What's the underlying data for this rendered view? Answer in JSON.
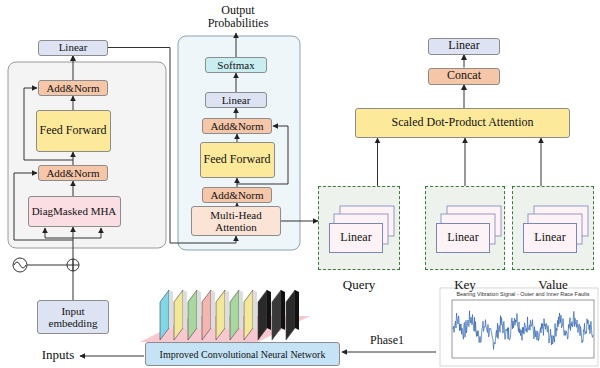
{
  "diagram": {
    "nodes": [
      {
        "text": [
          "Linear"
        ]
      },
      {
        "text": [
          "Add&Norm"
        ]
      },
      {
        "text": [
          "Feed Forward"
        ]
      },
      {
        "text": [
          "Add&Norm"
        ]
      },
      {
        "text": [
          "DiagMasked MHA"
        ]
      },
      {
        "text": [
          "Softmax"
        ]
      },
      {
        "text": [
          "Linear"
        ]
      },
      {
        "text": [
          "Add&Norm"
        ]
      },
      {
        "text": [
          "Feed Forward"
        ]
      },
      {
        "text": [
          "Add&Norm"
        ]
      },
      {
        "text": [
          "Multi-Head Attention"
        ]
      },
      {
        "text": [
          "Linear"
        ]
      },
      {
        "text": [
          "Concat"
        ]
      },
      {
        "text": [
          "Scaled Dot-Product Attention"
        ]
      },
      {
        "text": [
          "Query"
        ]
      },
      {
        "text": [
          "Linear"
        ],
        "in": 14
      },
      {
        "text": [
          "Key"
        ]
      },
      {
        "text": [
          "Linear"
        ],
        "in": 16
      },
      {
        "text": [
          "Value"
        ]
      },
      {
        "text": [
          "Linear"
        ],
        "in": 18
      },
      {
        "text": [
          "Input embedding"
        ]
      },
      {
        "text": [
          "Improved Convolutional Neural Network"
        ]
      }
    ],
    "edges": [
      {
        "from": 20,
        "to": 4,
        "arrow": "to"
      },
      {
        "from": 4,
        "to": 3,
        "arrow": "to"
      },
      {
        "from": 3,
        "to": 2,
        "arrow": "to"
      },
      {
        "from": 2,
        "to": 1,
        "arrow": "to"
      },
      {
        "from": 1,
        "to": 0,
        "arrow": "to"
      },
      {
        "from": 0,
        "to": 10,
        "arrow": "to"
      },
      {
        "from": 10,
        "to": 9,
        "arrow": "to"
      },
      {
        "from": 9,
        "to": 8,
        "arrow": "to"
      },
      {
        "from": 8,
        "to": 7,
        "arrow": "to"
      },
      {
        "from": 7,
        "to": 6,
        "arrow": "to"
      },
      {
        "from": 6,
        "to": 5,
        "arrow": "to"
      },
      {
        "from": 10,
        "to": 14,
        "arrow": "to"
      },
      {
        "from": 14,
        "to": 13,
        "arrow": "to"
      },
      {
        "from": 16,
        "to": 13,
        "arrow": "to"
      },
      {
        "from": 18,
        "to": 13,
        "arrow": "to"
      },
      {
        "from": 13,
        "to": 12,
        "arrow": "to"
      },
      {
        "from": 12,
        "to": 11,
        "arrow": "to"
      }
    ],
    "labels": [
      "Output Probabilities",
      "Inputs",
      "Phase1",
      "Bearing Vibration Signal - Outer and Inner Race Faults"
    ]
  }
}
